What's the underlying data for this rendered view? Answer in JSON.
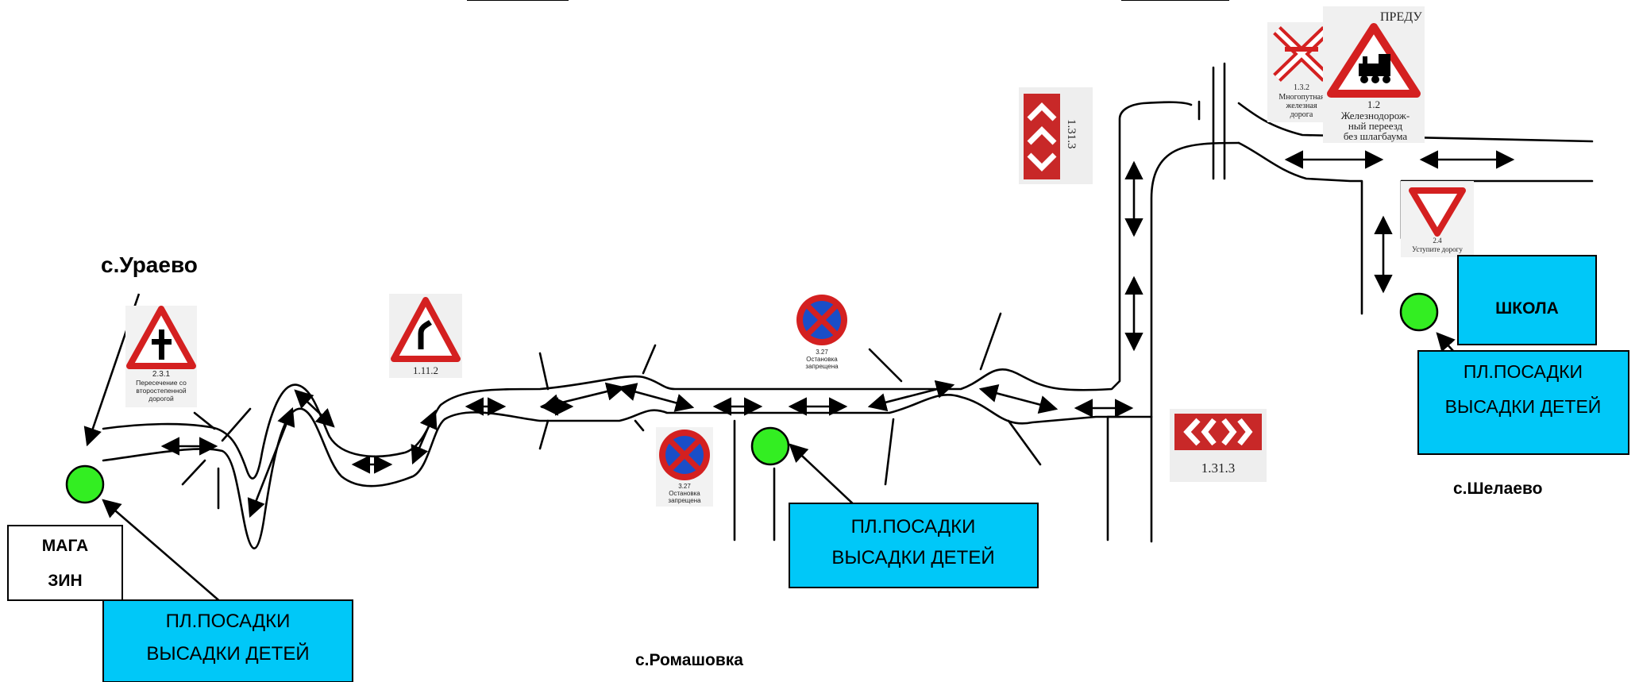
{
  "header": {
    "underlines": [
      "",
      ""
    ],
    "top_right_fragment": "ПРЕДУ"
  },
  "places": {
    "uraevo": "с.Ураево",
    "romashovka": "с.Ромашовка",
    "shelaevo": "с.Шелаево"
  },
  "boxes": {
    "shop_line1": "МАГА",
    "shop_line2": "ЗИН",
    "school": "ШКОЛА",
    "stop_line1": "ПЛ.ПОСАДКИ",
    "stop_line2": "ВЫСАДКИ ДЕТЕЙ"
  },
  "signs": {
    "s231_code": "2.3.1",
    "s231_line1": "Пересечение  со",
    "s231_line2": "второстепенной",
    "s231_line3": "дорогой",
    "s1112_code": "1.11.2",
    "s327_code": "3.27",
    "s327_line1": "Остановка",
    "s327_line2": "запрещена",
    "s1313_code": "1.31.3",
    "s132_code": "1.3.2",
    "s132_line1": "Многопутная",
    "s132_line2": "железная",
    "s132_line3": "дорога",
    "s12_code": "1.2",
    "s12_line1": "Железнодорож-",
    "s12_line2": "ный переезд",
    "s12_line3": "без шлагбаума",
    "s24_code": "2.4",
    "s24_line1": "Уступите дорогу"
  },
  "colors": {
    "box_fill": "#00c8f8",
    "stop_marker": "#33ee22",
    "sign_red": "#d42020",
    "sign_blue": "#1a4ec8"
  }
}
